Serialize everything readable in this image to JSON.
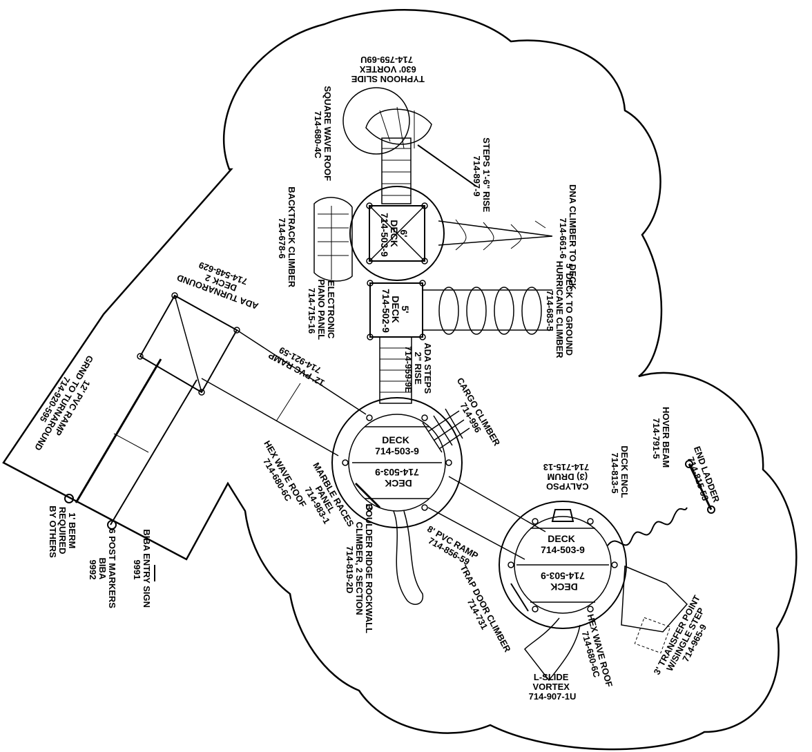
{
  "labels": {
    "typhoon_slide": [
      "TYPHOON SLIDE",
      "630' VORTEX",
      "714-759-69U"
    ],
    "square_wave_roof": [
      "SQUARE WAVE ROOF",
      "714-680-4C"
    ],
    "steps_rise": [
      "STEPS 1'-6\" RISE",
      "714-897-9"
    ],
    "backtrack_climber": [
      "BACKTRACK CLIMBER",
      "714-678-6"
    ],
    "dna_climber": [
      "DNA CLIMBER TO DECK",
      "714-661-6"
    ],
    "hurricane_climber": [
      "5' DECK TO GROUND",
      "HURRICANE CLIMBER",
      "714-683-5"
    ],
    "ada_turnaround": [
      "ADA TURNAROUND",
      "DECK 2",
      "714-548-629"
    ],
    "piano_panel": [
      "ELECTRONIC",
      "PIANO PANEL",
      "714-715-16"
    ],
    "ada_steps": [
      "ADA STEPS",
      "2\" RISE",
      "714-959-9E"
    ],
    "pvc_ramp_12": [
      "12' PVC RAMP",
      "714-921-59"
    ],
    "grnd_ramp": [
      "12' PVC RAMP",
      "GRND TO TURNAROUND",
      "714-920-595"
    ],
    "cargo_climber": [
      "CARGO CLIMBER",
      "714-996"
    ],
    "hex_wave_roof_left": [
      "HEX WAVE ROOF",
      "714-680-6C"
    ],
    "marble_races": [
      "MARBLE RACES",
      "PANEL",
      "714-983-1"
    ],
    "boulder_ridge": [
      "BOULDER RIDGE ROCKWALL",
      "CLIMBER, 2 SECTION",
      "714-819-2D"
    ],
    "pvc_ramp_8": [
      "8' PVC RAMP",
      "714-856-59"
    ],
    "calypso_drum": [
      "CALYPSO",
      "(3) DRUM",
      "714-715-13"
    ],
    "deck_encl": [
      "DECK ENCL",
      "714-813-5"
    ],
    "hover_beam": [
      "HOVER BEAM",
      "714-791-5"
    ],
    "end_ladder": [
      "END LADDER",
      "714-815-53"
    ],
    "trap_door": [
      "TRAP DOOR CLIMBER",
      "714-731"
    ],
    "hex_wave_roof_right": [
      "HEX WAVE ROOF",
      "714-680-6C"
    ],
    "l_slide": [
      "L-SLIDE",
      "VORTEX",
      "714-907-1U"
    ],
    "transfer_point": [
      "3' TRANSFER POINT",
      "W/SINGLE STEP",
      "714-965-9"
    ],
    "berm": [
      "1' BERM",
      "REQUIRED",
      "BY OTHERS"
    ],
    "post_markers": [
      "6 POST MARKERS",
      "BIBA",
      "9992"
    ],
    "entry_sign": [
      "BIBA ENTRY SIGN",
      "9991"
    ]
  },
  "decks": {
    "top_deck": [
      "6'",
      "DECK",
      "714-503-9"
    ],
    "mid_deck": [
      "5'",
      "DECK",
      "714-502-9"
    ],
    "hex_deck_a": [
      "DECK",
      "714-503-9"
    ],
    "hex_deck_b": [
      "DECK",
      "714-503-9"
    ],
    "right_deck_a": [
      "DECK",
      "714-503-9"
    ],
    "right_deck_b": [
      "DECK",
      "714-503-9"
    ]
  }
}
